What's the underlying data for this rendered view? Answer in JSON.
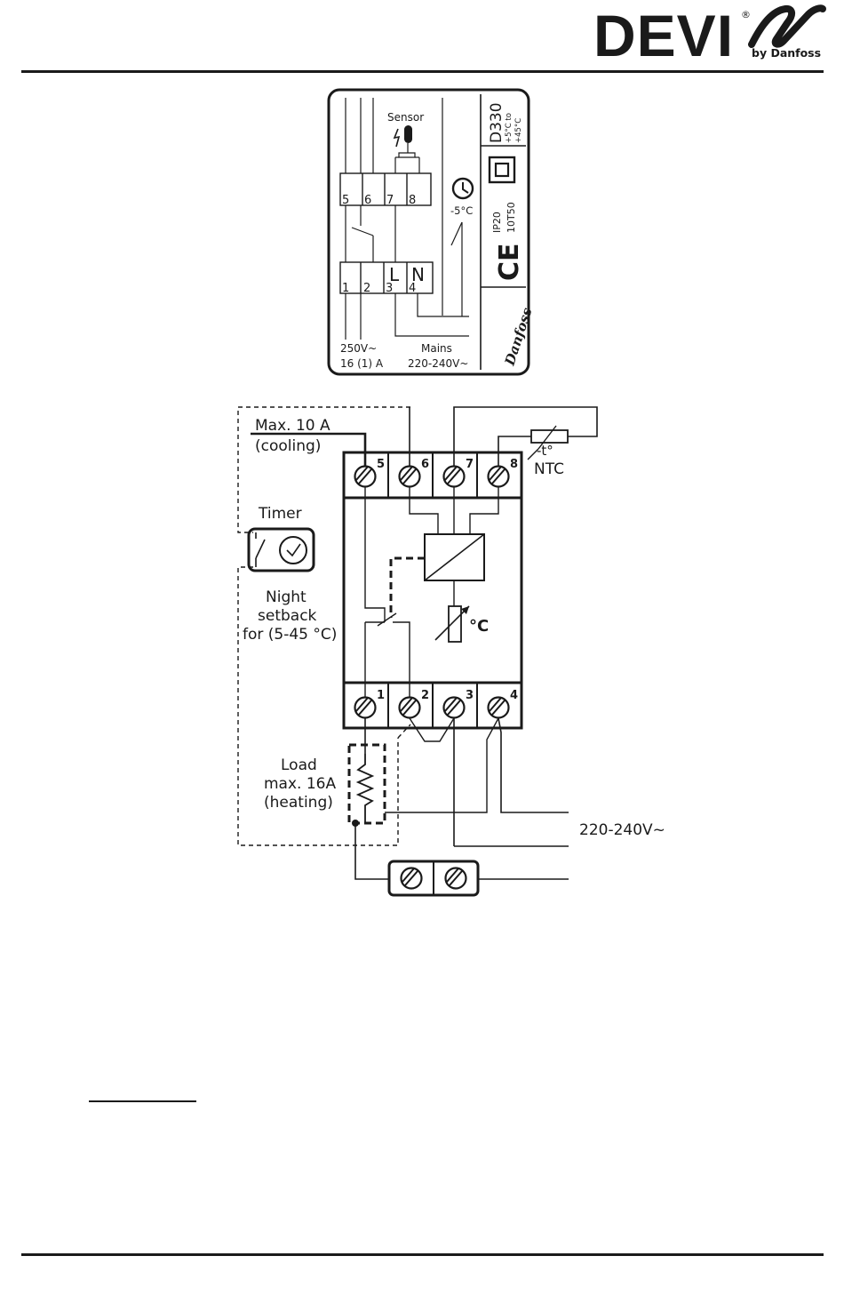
{
  "header": {
    "brand": "DEVI",
    "registered_mark": "®",
    "tagline": "by Danfoss"
  },
  "device_label": {
    "sensor_label": "Sensor",
    "top_terminals": [
      "5",
      "6",
      "7",
      "8"
    ],
    "bottom_terminals": [
      "1",
      "2",
      "3",
      "4"
    ],
    "L_mark": "L",
    "N_mark": "N",
    "setback_temp": "-5°C",
    "model": "D330",
    "range_line1": "+5°C to",
    "range_line2": "+45°C",
    "ip_rating": "IP20",
    "temp_class": "10T50",
    "ce_mark": "CE",
    "maker_script": "Danfoss",
    "rating_voltage": "250V~",
    "rating_current": "16 (1) A",
    "mains_label": "Mains",
    "mains_voltage": "220-240V~"
  },
  "wiring": {
    "cooling_line1": "Max. 10 A",
    "cooling_line2": "(cooling)",
    "ntc_symbol": "-t°",
    "ntc_label": "NTC",
    "timer_label": "Timer",
    "setback_line1": "Night",
    "setback_line2": "setback",
    "setback_line3": "for (5-45 °C)",
    "thermostat_unit": "°C",
    "load_line1": "Load",
    "load_line2": "max. 16A",
    "load_line3": "(heating)",
    "supply_voltage": "220-240V~",
    "terminal_numbers_top": [
      "5",
      "6",
      "7",
      "8"
    ],
    "terminal_numbers_bottom": [
      "1",
      "2",
      "3",
      "4"
    ]
  }
}
